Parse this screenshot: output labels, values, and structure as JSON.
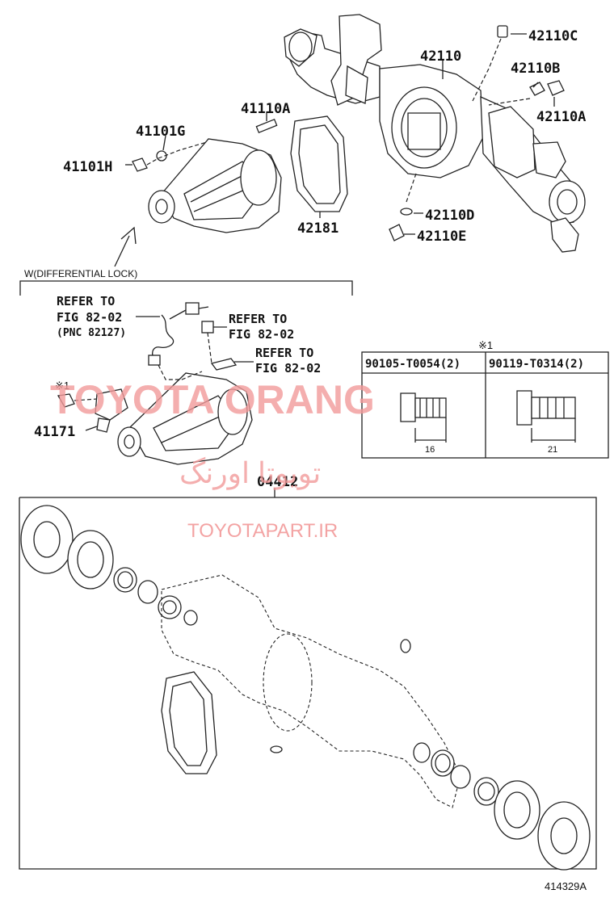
{
  "labels": {
    "p42110C": "42110C",
    "p42110": "42110",
    "p42110B": "42110B",
    "p42110A": "42110A",
    "p41110A": "41110A",
    "p41101G": "41101G",
    "p41101H": "41101H",
    "p42181": "42181",
    "p42110D": "42110D",
    "p42110E": "42110E",
    "p41171": "41171",
    "p04412": "04412"
  },
  "section": {
    "title": "W(DIFFERENTIAL LOCK)"
  },
  "refs": {
    "ref1_line1": "REFER TO",
    "ref1_line2": "FIG 82-02",
    "ref1_line3": "(PNC 82127)",
    "ref2_line1": "REFER TO",
    "ref2_line2": "FIG 82-02",
    "ref3_line1": "REFER TO",
    "ref3_line2": "FIG 82-02"
  },
  "note_mark": "※1",
  "bolt_table": {
    "mark": "※1",
    "col1_header": "90105-T0054(2)",
    "col2_header": "90119-T0314(2)",
    "col1_dim": "16",
    "col2_dim": "21"
  },
  "watermark": {
    "brand": "TOYOTA ORANG",
    "persian": "تویوتا اورنگ",
    "site": "TOYOTAPART.IR"
  },
  "figure_code": "414329A"
}
